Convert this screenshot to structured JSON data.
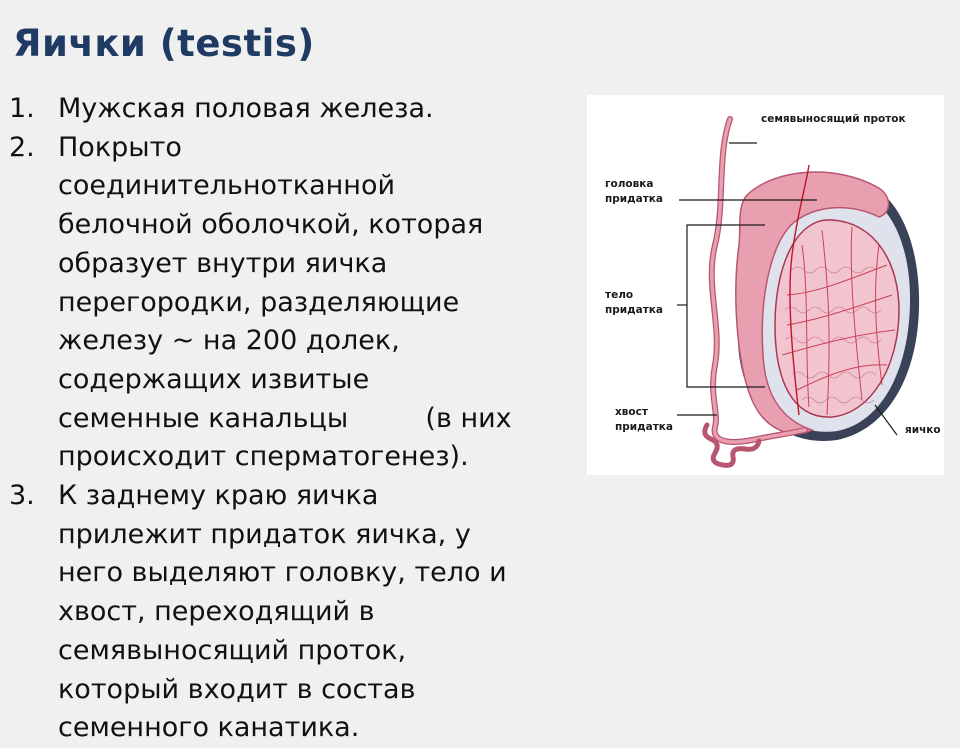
{
  "slide": {
    "title": "Яички (testis)",
    "items": [
      {
        "num": "1.",
        "text": "Мужская половая железа."
      },
      {
        "num": "2.",
        "text": "Покрыто\nсоединительнотканной\nбелочной оболочкой, которая\nобразует внутри яичка\nперегородки, разделяющие\nжелезу ~ на 200 долек,\nсодержащих извитые\nсеменные канальцы         (в них\nпроисходит сперматогенез)."
      },
      {
        "num": "3.",
        "text": "К заднему краю яичка\nприлежит придаток яичка, у\nнего выделяют головку, тело и\nхвост, переходящий в\nсемявыносящий проток,\nкоторый входит в состав\nсеменного канатика."
      }
    ]
  },
  "figure": {
    "labels": {
      "vas_deferens": "семявыносящий проток",
      "epididymis_head": "головка\nпридатка",
      "epididymis_body": "тело\nпридатка",
      "epididymis_tail": "хвост\nпридатка",
      "testis": "яичко"
    },
    "colors": {
      "tissue_pink": "#e8a0b0",
      "tissue_dark": "#b85570",
      "membrane": "#3a4258",
      "vessel": "#c0142a"
    }
  }
}
